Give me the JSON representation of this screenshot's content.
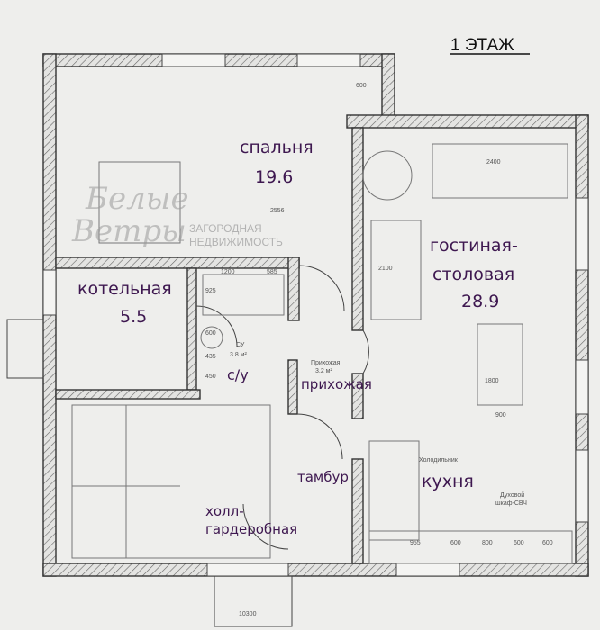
{
  "title": "1 ЭТАЖ",
  "rooms": {
    "bedroom": {
      "name": "спальня",
      "area": "19.6"
    },
    "boiler": {
      "name": "котельная",
      "area": "5.5"
    },
    "bathroom": {
      "name": "с/у",
      "plan_name": "СУ",
      "plan_area": "3.8 м²"
    },
    "hallway": {
      "name": "прихожая",
      "plan_name": "Прихожая",
      "plan_area": "3.2 м²"
    },
    "vestibule": {
      "name": "тамбур"
    },
    "hall": {
      "name_line1": "холл-",
      "name_line2": "гардеробная"
    },
    "living": {
      "name_line1": "гостиная-",
      "name_line2": "столовая",
      "area": "28.9"
    },
    "kitchen": {
      "name": "кухня",
      "fridge": "Холодильник",
      "oven_line1": "Духовой",
      "oven_line2": "шкаф-СВЧ"
    }
  },
  "dimensions": [
    "600",
    "2400",
    "2556",
    "1200",
    "585",
    "925",
    "600",
    "435",
    "450",
    "2100",
    "1800",
    "900",
    "955",
    "600",
    "800",
    "600",
    "600",
    "10300"
  ],
  "watermark": {
    "line1": "Белые",
    "line2": "Ветры",
    "line3": "ЗАГОРОДНАЯ",
    "line4": "НЕДВИЖИМОСТЬ"
  },
  "colors": {
    "label": "#3e1850",
    "wall": "#333333",
    "background": "#eeeeec"
  }
}
